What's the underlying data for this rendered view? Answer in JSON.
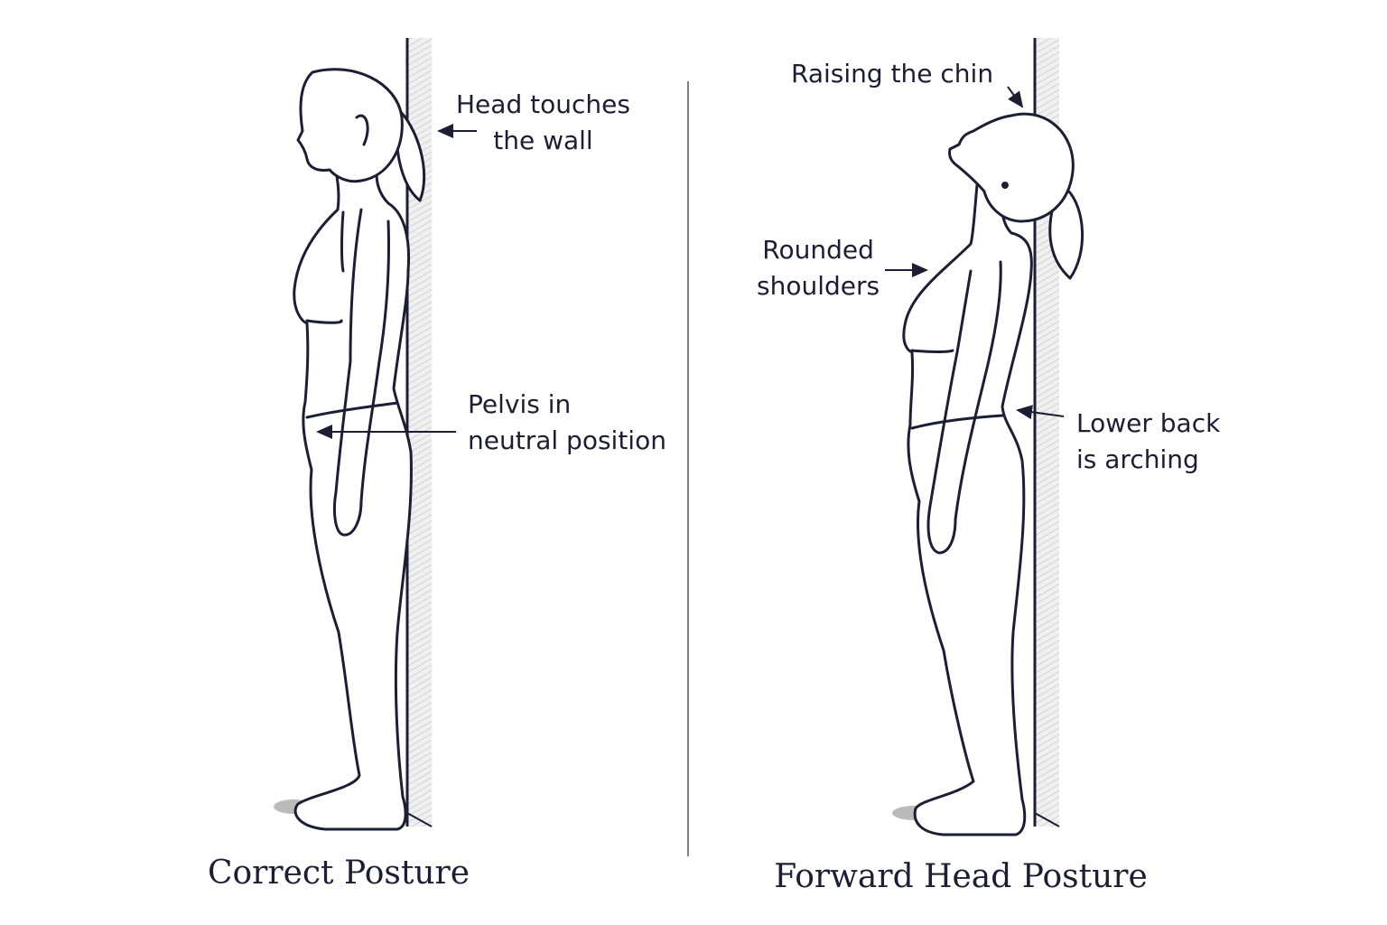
{
  "panels": [
    {
      "title": "Correct Posture",
      "labels": [
        {
          "line1": "Head touches",
          "line2": "the wall"
        },
        {
          "line1": "Pelvis in",
          "line2": "neutral position"
        }
      ]
    },
    {
      "title": "Forward Head Posture",
      "labels": [
        {
          "line1": "Raising the chin"
        },
        {
          "line1": "Rounded",
          "line2": "shoulders"
        },
        {
          "line1": "Lower back",
          "line2": "is arching"
        }
      ]
    }
  ],
  "colors": {
    "ink": "#1c1f33",
    "wall": "#e4e4e4"
  }
}
